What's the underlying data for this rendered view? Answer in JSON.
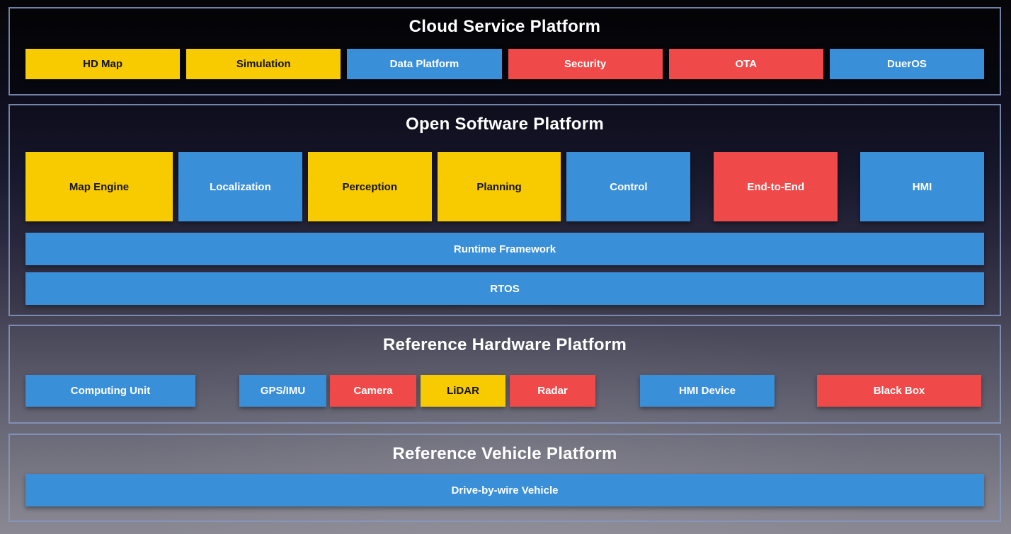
{
  "palette": {
    "yellow": "#F8CA00",
    "blue": "#3A8FD9",
    "red": "#F04949",
    "frame_border": "#8698C1",
    "title_text": "#FFFFFF"
  },
  "cloud": {
    "title": "Cloud Service Platform",
    "boxes": [
      {
        "label": "HD Map",
        "color": "yellow"
      },
      {
        "label": "Simulation",
        "color": "yellow"
      },
      {
        "label": "Data Platform",
        "color": "blue"
      },
      {
        "label": "Security",
        "color": "red"
      },
      {
        "label": "OTA",
        "color": "red"
      },
      {
        "label": "DuerOS",
        "color": "blue"
      }
    ]
  },
  "software": {
    "title": "Open Software Platform",
    "modules": [
      {
        "label": "Map Engine",
        "color": "yellow"
      },
      {
        "label": "Localization",
        "color": "blue"
      },
      {
        "label": "Perception",
        "color": "yellow"
      },
      {
        "label": "Planning",
        "color": "yellow"
      },
      {
        "label": "Control",
        "color": "blue"
      },
      {
        "label": "End-to-End",
        "color": "red"
      },
      {
        "label": "HMI",
        "color": "blue"
      }
    ],
    "bars": [
      {
        "label": "Runtime Framework",
        "color": "blue"
      },
      {
        "label": "RTOS",
        "color": "blue"
      }
    ]
  },
  "hardware": {
    "title": "Reference Hardware Platform",
    "boxes": [
      {
        "label": "Computing Unit",
        "color": "blue"
      },
      {
        "label": "GPS/IMU",
        "color": "blue"
      },
      {
        "label": "Camera",
        "color": "red"
      },
      {
        "label": "LiDAR",
        "color": "yellow"
      },
      {
        "label": "Radar",
        "color": "red"
      },
      {
        "label": "HMI Device",
        "color": "blue"
      },
      {
        "label": "Black Box",
        "color": "red"
      }
    ]
  },
  "vehicle": {
    "title": "Reference Vehicle Platform",
    "bars": [
      {
        "label": "Drive-by-wire Vehicle",
        "color": "blue"
      }
    ]
  }
}
